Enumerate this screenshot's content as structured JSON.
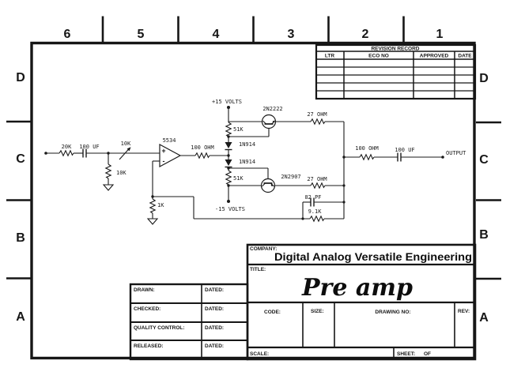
{
  "colors": {
    "ink": "#161616",
    "paper": "#ffffff"
  },
  "drawing": {
    "zone_columns": [
      "6",
      "5",
      "4",
      "3",
      "2",
      "1"
    ],
    "zone_rows": [
      "D",
      "C",
      "B",
      "A"
    ]
  },
  "revision_table": {
    "title": "REVISION RECORD",
    "columns": [
      "LTR",
      "ECO NO",
      "APPROVED",
      "DATE"
    ],
    "empty_rows": 5
  },
  "approval_table": {
    "rows": [
      {
        "label": "DRAWN:",
        "dated": "DATED:"
      },
      {
        "label": "CHECKED:",
        "dated": "DATED:"
      },
      {
        "label": "QUALITY CONTROL:",
        "dated": "DATED:"
      },
      {
        "label": "RELEASED:",
        "dated": "DATED:"
      }
    ]
  },
  "title_block": {
    "company_label": "COMPANY:",
    "company_name": "Digital Analog Versatile Engineering",
    "title_label": "TITLE:",
    "title": "Pre amp",
    "code_label": "CODE:",
    "size_label": "SIZE:",
    "drawing_no_label": "DRAWING NO:",
    "rev_label": "REV:",
    "scale_label": "SCALE:",
    "sheet_label": "SHEET:",
    "of_label": "OF"
  },
  "schematic": {
    "supply_pos": "+15 VOLTS",
    "supply_neg": "-15 VOLTS",
    "r_input": "20K",
    "c_input": "100 UF",
    "r_shunt": "10K",
    "r_pot": "10K",
    "opamp": "5534",
    "opamp_plus": "+",
    "opamp_minus": "-",
    "r_opamp_out": "100 OHM",
    "d_top": "1N914",
    "d_bottom": "1N914",
    "r_bias_top": "51K",
    "r_bias_bottom": "51K",
    "q_npn": "2N2222",
    "q_pnp": "2N2907",
    "r_emitter_top": "27 OHM",
    "r_emitter_bottom": "27 OHM",
    "c_feedback": "82 PF",
    "r_feedback": "9.1K",
    "r_ground": "1K",
    "r_output": "100 OHM",
    "c_output": "100 UF",
    "output_label": "OUTPUT"
  }
}
